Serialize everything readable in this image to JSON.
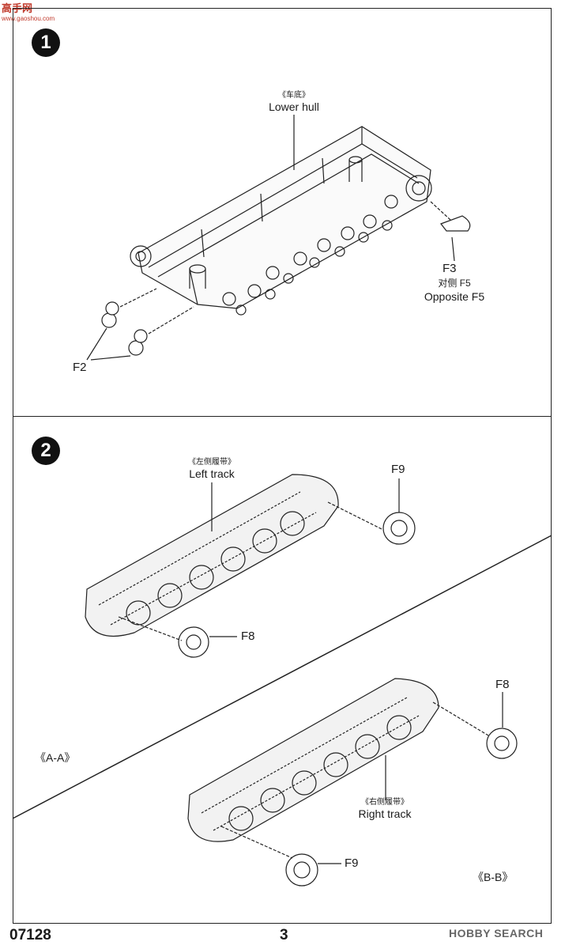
{
  "watermark": {
    "site_name": "高手网",
    "site_url": "www.gaoshou.com"
  },
  "step1": {
    "number": "1",
    "hull_label_cn": "《车底》",
    "hull_label_en": "Lower hull",
    "part_f3": "F3",
    "opposite_cn": "对侧 F5",
    "opposite_en": "Opposite F5",
    "part_f2": "F2"
  },
  "step2": {
    "number": "2",
    "left_track_cn": "《左侧履带》",
    "left_track_en": "Left track",
    "part_f9_top": "F9",
    "part_f8_left": "F8",
    "view_aa": "《A-A》",
    "part_f8_right": "F8",
    "right_track_cn": "《右侧履带》",
    "right_track_en": "Right track",
    "part_f9_bottom": "F9",
    "view_bb": "《B-B》"
  },
  "footer": {
    "kit_number": "07128",
    "page_number": "3",
    "brand": "HOBBY SEARCH"
  }
}
